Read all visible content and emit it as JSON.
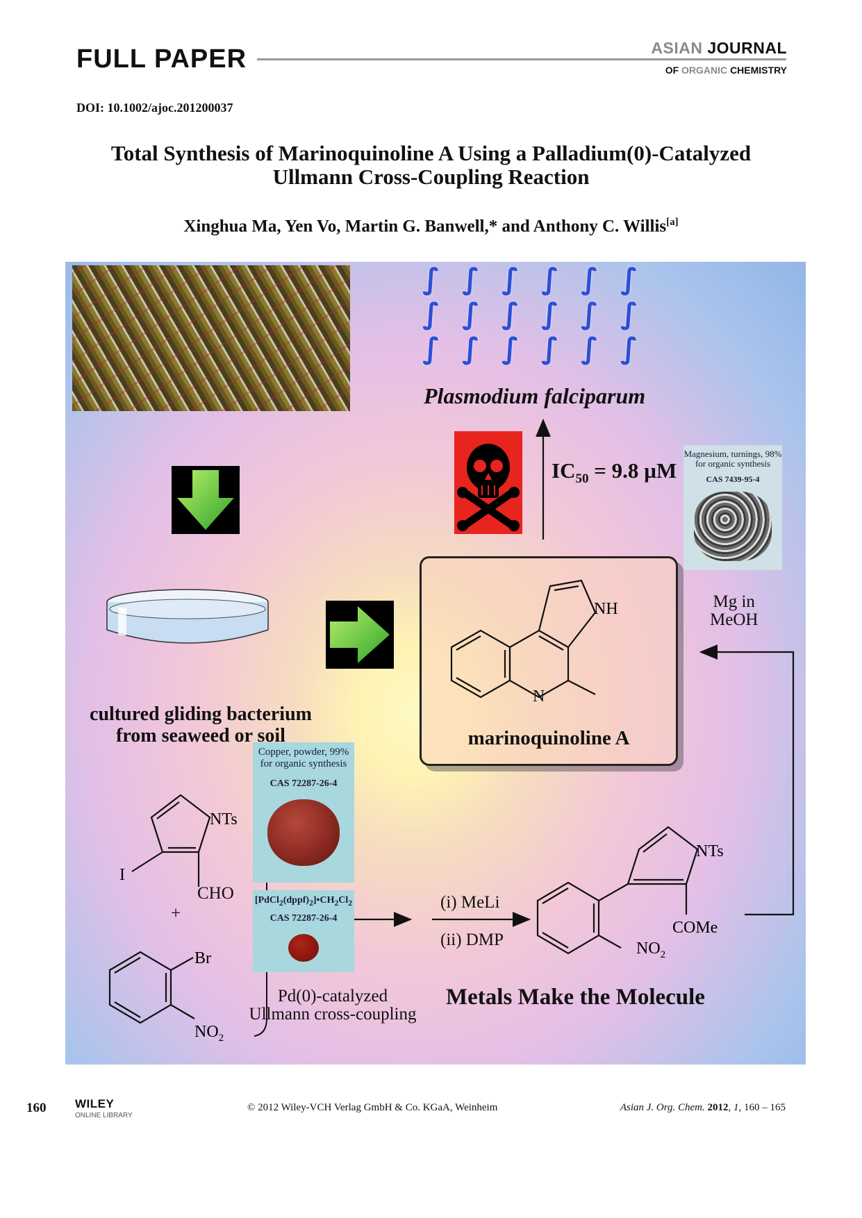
{
  "header": {
    "section_label": "FULL PAPER",
    "journal_line1_part1": "ASIAN",
    "journal_line1_part2": "JOURNAL",
    "journal_line2_part1": "OF",
    "journal_line2_part2": "ORGANIC",
    "journal_line2_part3": "CHEMISTRY",
    "accent_color": "#8a8a8a"
  },
  "doi": "DOI: 10.1002/ajoc.201200037",
  "title": {
    "line1": "Total Synthesis of Marinoquinoline A Using a Palladium(0)-Catalyzed",
    "line2": "Ullmann Cross-Coupling Reaction"
  },
  "authors": {
    "text": "Xinghua Ma, Yen Vo, Martin G. Banwell,* and Anthony C. Willis",
    "affiliation_mark": "[a]"
  },
  "abstract": {
    "parasite_glyph": "∫",
    "parasite_count": 18,
    "organism": "Plasmodium falciparum",
    "ic50_label": "IC",
    "ic50_sub": "50",
    "ic50_value": " = 9.8 µM",
    "product_name": "marinoquinoline A",
    "product_labels": {
      "nh": "NH",
      "n": "N"
    },
    "mg_reagent": {
      "line1": "Magnesium, turnings, 98%",
      "line2": "for organic synthesis",
      "cas": "CAS 7439-95-4"
    },
    "mg_condition_line1": "Mg in",
    "mg_condition_line2": "MeOH",
    "bacterium_line1": "cultured gliding bacterium",
    "bacterium_line2": "from seaweed or soil",
    "cu_reagent": {
      "line1": "Copper, powder, 99%",
      "line2": "for organic synthesis",
      "cas": "CAS 72287-26-4"
    },
    "pd_reagent": {
      "formula_main": "[PdCl",
      "formula_sub1": "2",
      "formula_mid": "(dppf)",
      "formula_sub2": "2",
      "formula_end": "]•CH",
      "formula_sub3": "2",
      "formula_cl": "Cl",
      "formula_sub4": "2",
      "cas": "CAS 72287-26-4"
    },
    "sm1_labels": {
      "i": "I",
      "nts": "NTs",
      "cho": "CHO"
    },
    "plus": "+",
    "sm2_labels": {
      "br": "Br",
      "no": "NO",
      "no_sub": "2"
    },
    "step1": "(i) MeLi",
    "step2": "(ii) DMP",
    "int_labels": {
      "nts": "NTs",
      "come": "COMe",
      "no": "NO",
      "no_sub": "2"
    },
    "coupling_line1": "Pd(0)-catalyzed",
    "coupling_line2": "Ullmann cross-coupling",
    "slogan": "Metals Make the Molecule"
  },
  "footer": {
    "page_number": "160",
    "publisher_logo": "WILEY",
    "publisher_sub": "ONLINE LIBRARY",
    "copyright": "© 2012 Wiley-VCH Verlag GmbH & Co. KGaA, Weinheim",
    "citation_journal": "Asian J. Org. Chem.",
    "citation_year": "2012",
    "citation_volume": "1",
    "citation_pages": "160 – 165"
  }
}
